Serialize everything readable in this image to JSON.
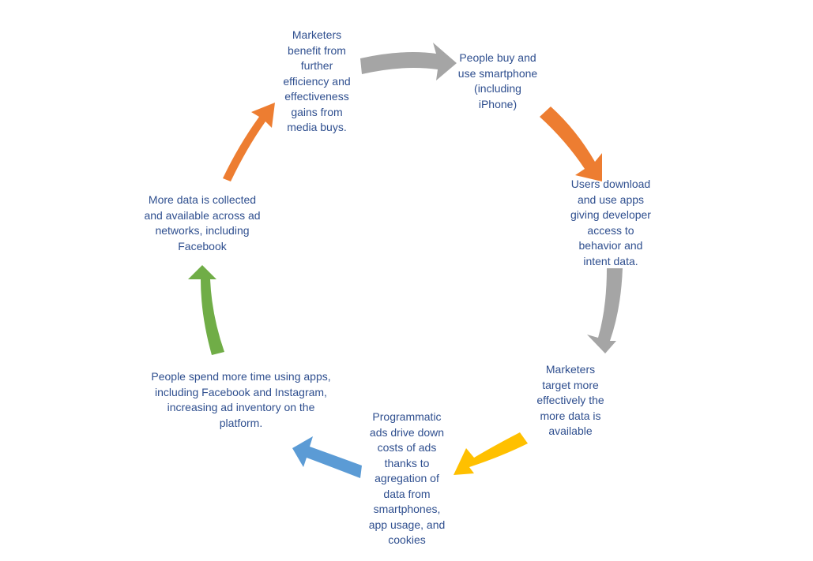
{
  "cycle": {
    "steps": [
      {
        "text": "Marketers\nbenefit from\nfurther\nefficiency and\neffectiveness\ngains from\nmedia buys."
      },
      {
        "text": "People buy and\nuse smartphone\n(including\niPhone)"
      },
      {
        "text": "Users download\nand use apps\ngiving developer\naccess to\nbehavior and\nintent data."
      },
      {
        "text": "Marketers\ntarget more\neffectively the\nmore data is\navailable"
      },
      {
        "text": "Programmatic\nads drive down\ncosts of ads\nthanks to\nagregation of\ndata from\nsmartphones,\napp usage, and\ncookies"
      },
      {
        "text": "People spend more time using apps,\nincluding Facebook and Instagram,\nincreasing ad inventory on the\nplatform."
      },
      {
        "text": "More data is collected\nand available across ad\nnetworks, including\nFacebook"
      }
    ],
    "arrows": [
      {
        "from": 1,
        "to": 2,
        "color": "#a5a5a5"
      },
      {
        "from": 2,
        "to": 3,
        "color": "#ed7d31"
      },
      {
        "from": 3,
        "to": 4,
        "color": "#a5a5a5"
      },
      {
        "from": 4,
        "to": 5,
        "color": "#ffc000"
      },
      {
        "from": 5,
        "to": 6,
        "color": "#5b9bd5"
      },
      {
        "from": 6,
        "to": 7,
        "color": "#70ad47"
      },
      {
        "from": 7,
        "to": 1,
        "color": "#ed7d31"
      }
    ]
  }
}
